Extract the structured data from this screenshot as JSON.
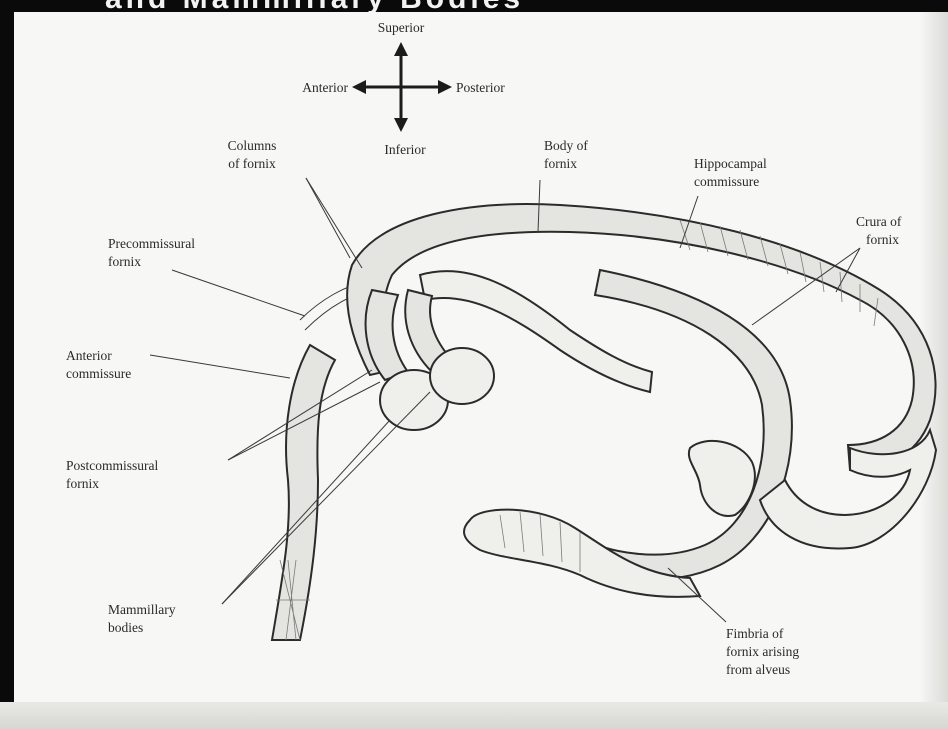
{
  "header": {
    "caption": "and Mammillary Bodies"
  },
  "orientation": {
    "superior": "Superior",
    "inferior": "Inferior",
    "anterior": "Anterior",
    "posterior": "Posterior"
  },
  "labels": {
    "columns_of_fornix": [
      "Columns",
      "of fornix"
    ],
    "body_of_fornix": [
      "Body of",
      "fornix"
    ],
    "hippocampal_commissure": [
      "Hippocampal",
      "commissure"
    ],
    "crura_of_fornix": [
      "Crura of",
      "fornix"
    ],
    "precommissural_fornix": [
      "Precommissural",
      "fornix"
    ],
    "anterior_commissure": [
      "Anterior",
      "commissure"
    ],
    "postcommissural_fornix": [
      "Postcommissural",
      "fornix"
    ],
    "mammillary_bodies": [
      "Mammillary",
      "bodies"
    ],
    "fimbria_of_fornix": [
      "Fimbria of",
      "fornix arising",
      "from alveus"
    ]
  }
}
